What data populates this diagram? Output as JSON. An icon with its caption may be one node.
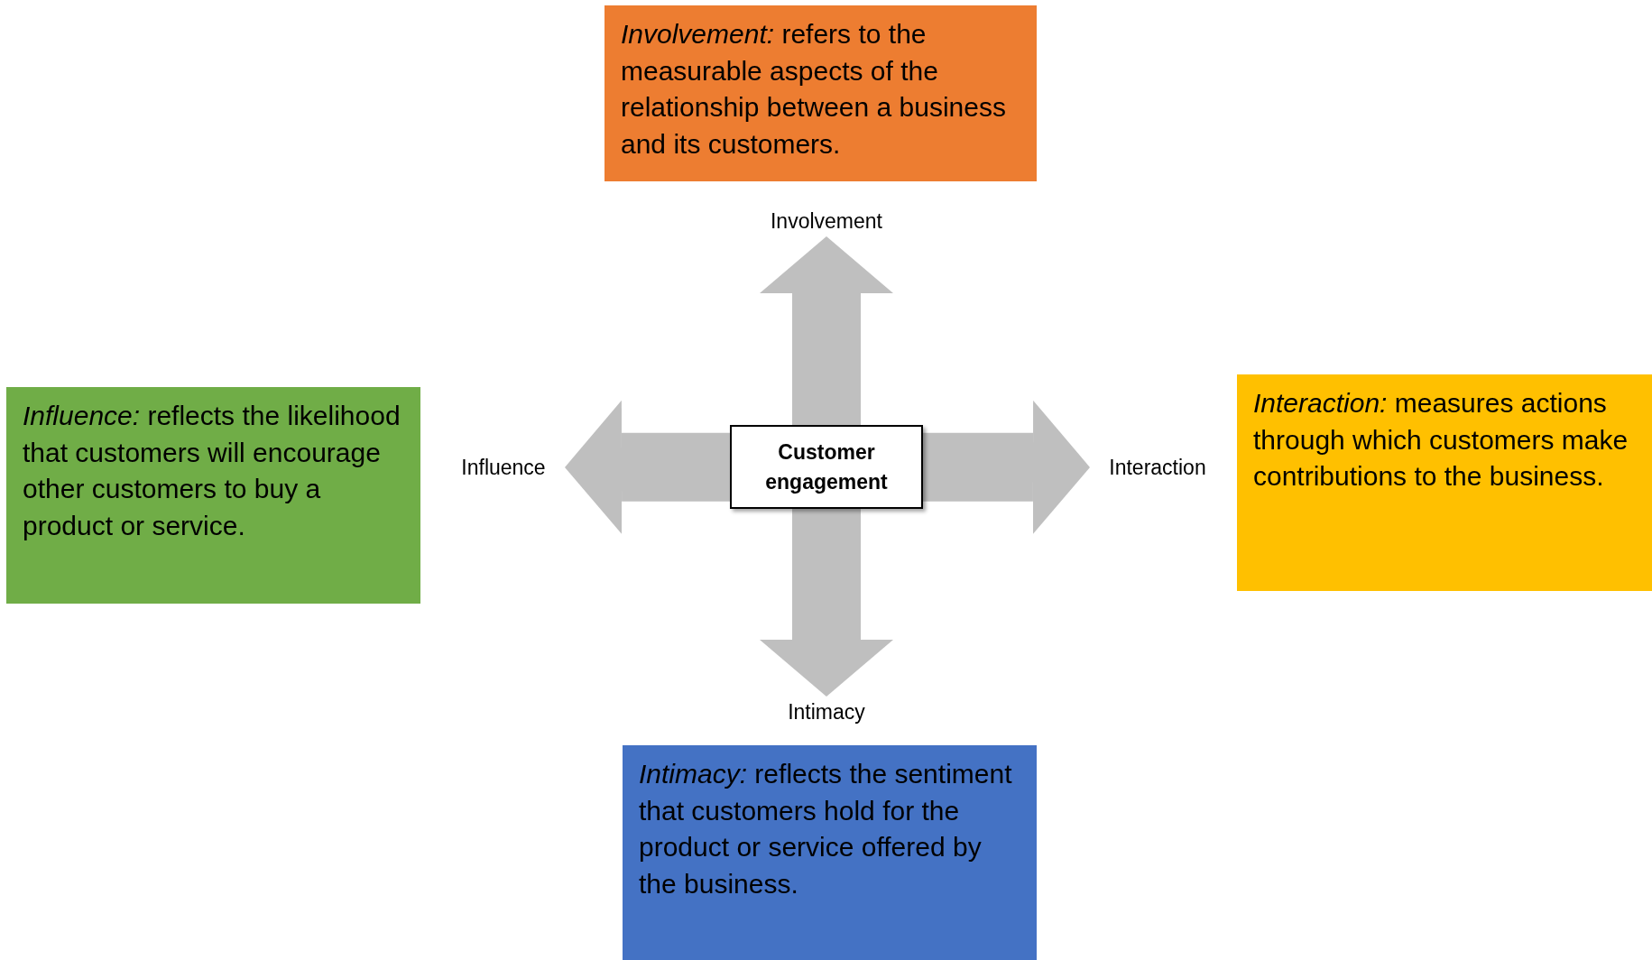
{
  "diagram": {
    "nodes": [
      {
        "text": [
          "*Involvement:* refers to the measurable aspects of the relationship between a business and its customers."
        ]
      },
      {
        "text": [
          "Involvement"
        ]
      },
      {
        "text": [
          "*Influence:* reflects the likelihood that customers will encourage other customers to buy a product or service."
        ]
      },
      {
        "text": [
          "Influence"
        ]
      },
      {
        "text": [
          "Customer engagement"
        ]
      },
      {
        "text": [
          "Interaction"
        ]
      },
      {
        "text": [
          "*Interaction:* measures actions through which customers make contributions to the business."
        ]
      },
      {
        "text": [
          "Intimacy"
        ]
      },
      {
        "text": [
          "*Intimacy:* reflects the sentiment that customers hold for the product or service offered by the business."
        ]
      }
    ],
    "edges": [
      {
        "from": 4,
        "to": 1,
        "arrow": "to"
      },
      {
        "from": 4,
        "to": 3,
        "arrow": "to"
      },
      {
        "from": 4,
        "to": 5,
        "arrow": "to"
      },
      {
        "from": 4,
        "to": 7,
        "arrow": "to"
      }
    ]
  }
}
